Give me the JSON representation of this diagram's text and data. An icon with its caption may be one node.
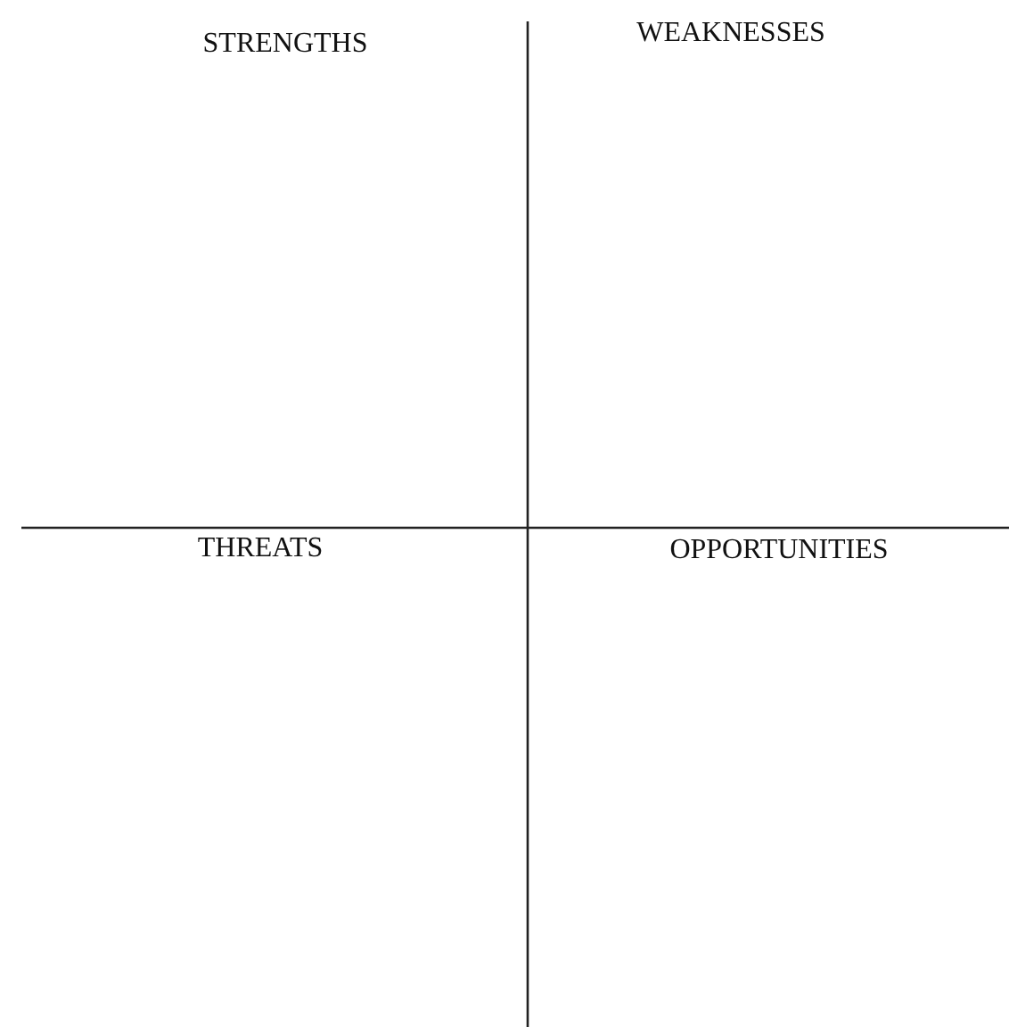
{
  "diagram": {
    "labels": [
      "STRENGTHS",
      "WEAKNESSES",
      "THREATS",
      "OPPORTUNITIES"
    ]
  }
}
